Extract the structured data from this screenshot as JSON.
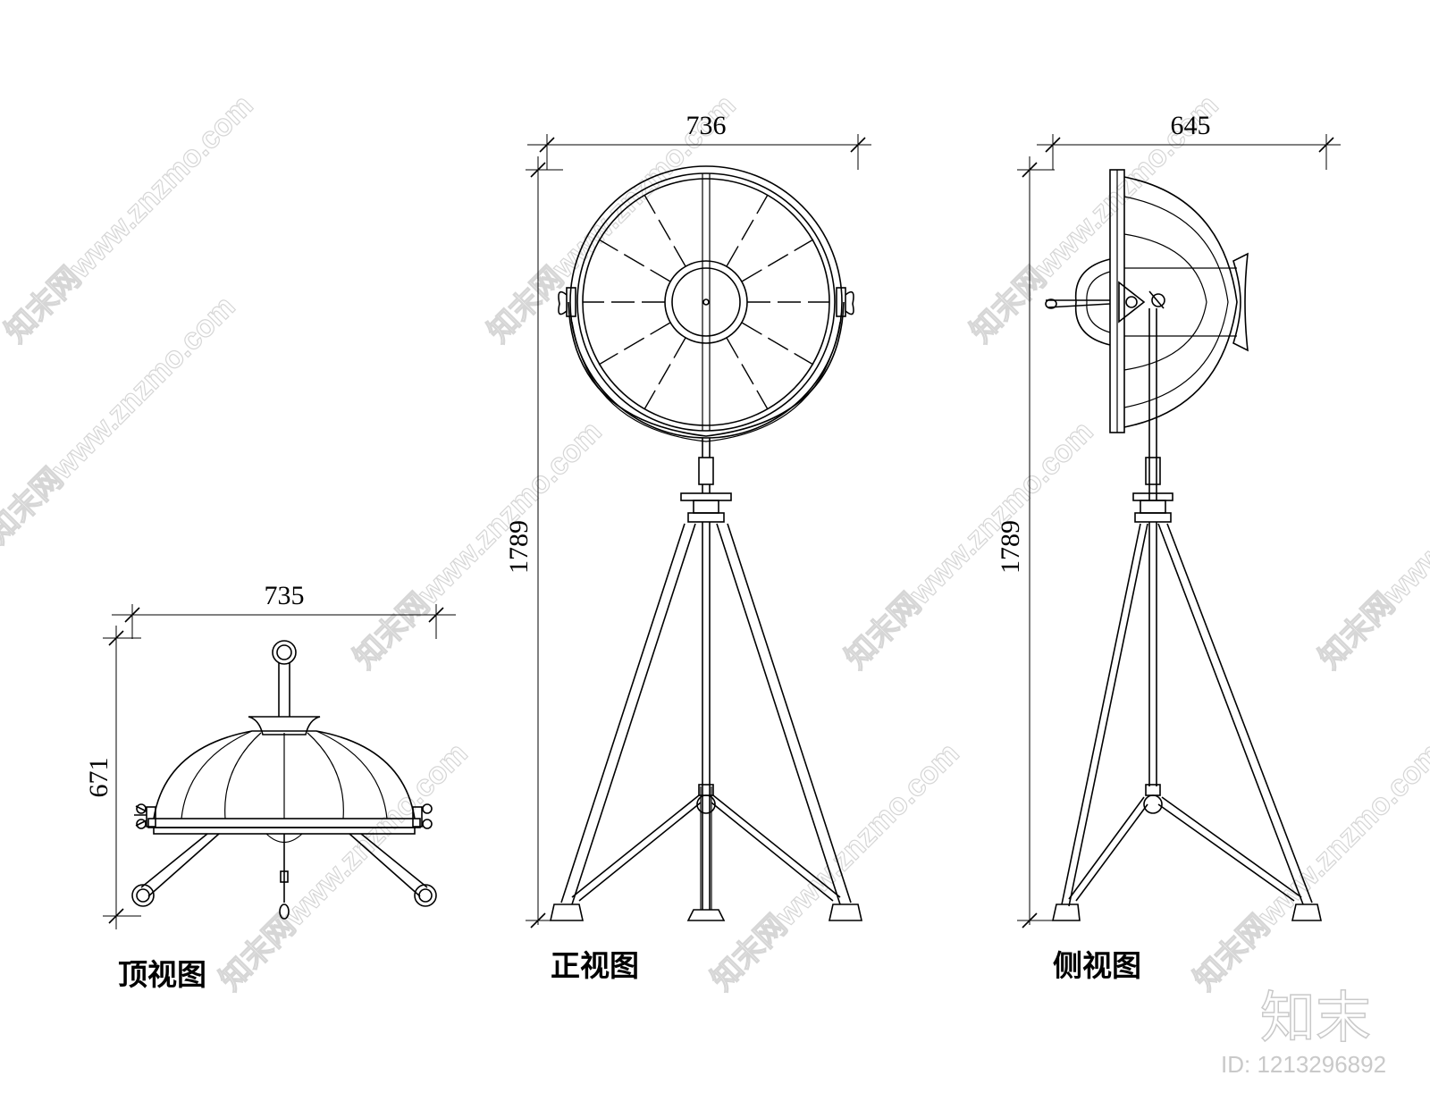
{
  "watermark": {
    "text": "知末网www.znzmo.com"
  },
  "logo": {
    "text": "知末"
  },
  "image_id": {
    "text": "ID: 1213296892"
  },
  "views": {
    "top": {
      "label": "顶视图",
      "dim_width": "735",
      "dim_height": "671"
    },
    "front": {
      "label": "正视图",
      "dim_width": "736",
      "dim_height": "1789"
    },
    "side": {
      "label": "侧视图",
      "dim_width": "645",
      "dim_height": "1789"
    }
  }
}
